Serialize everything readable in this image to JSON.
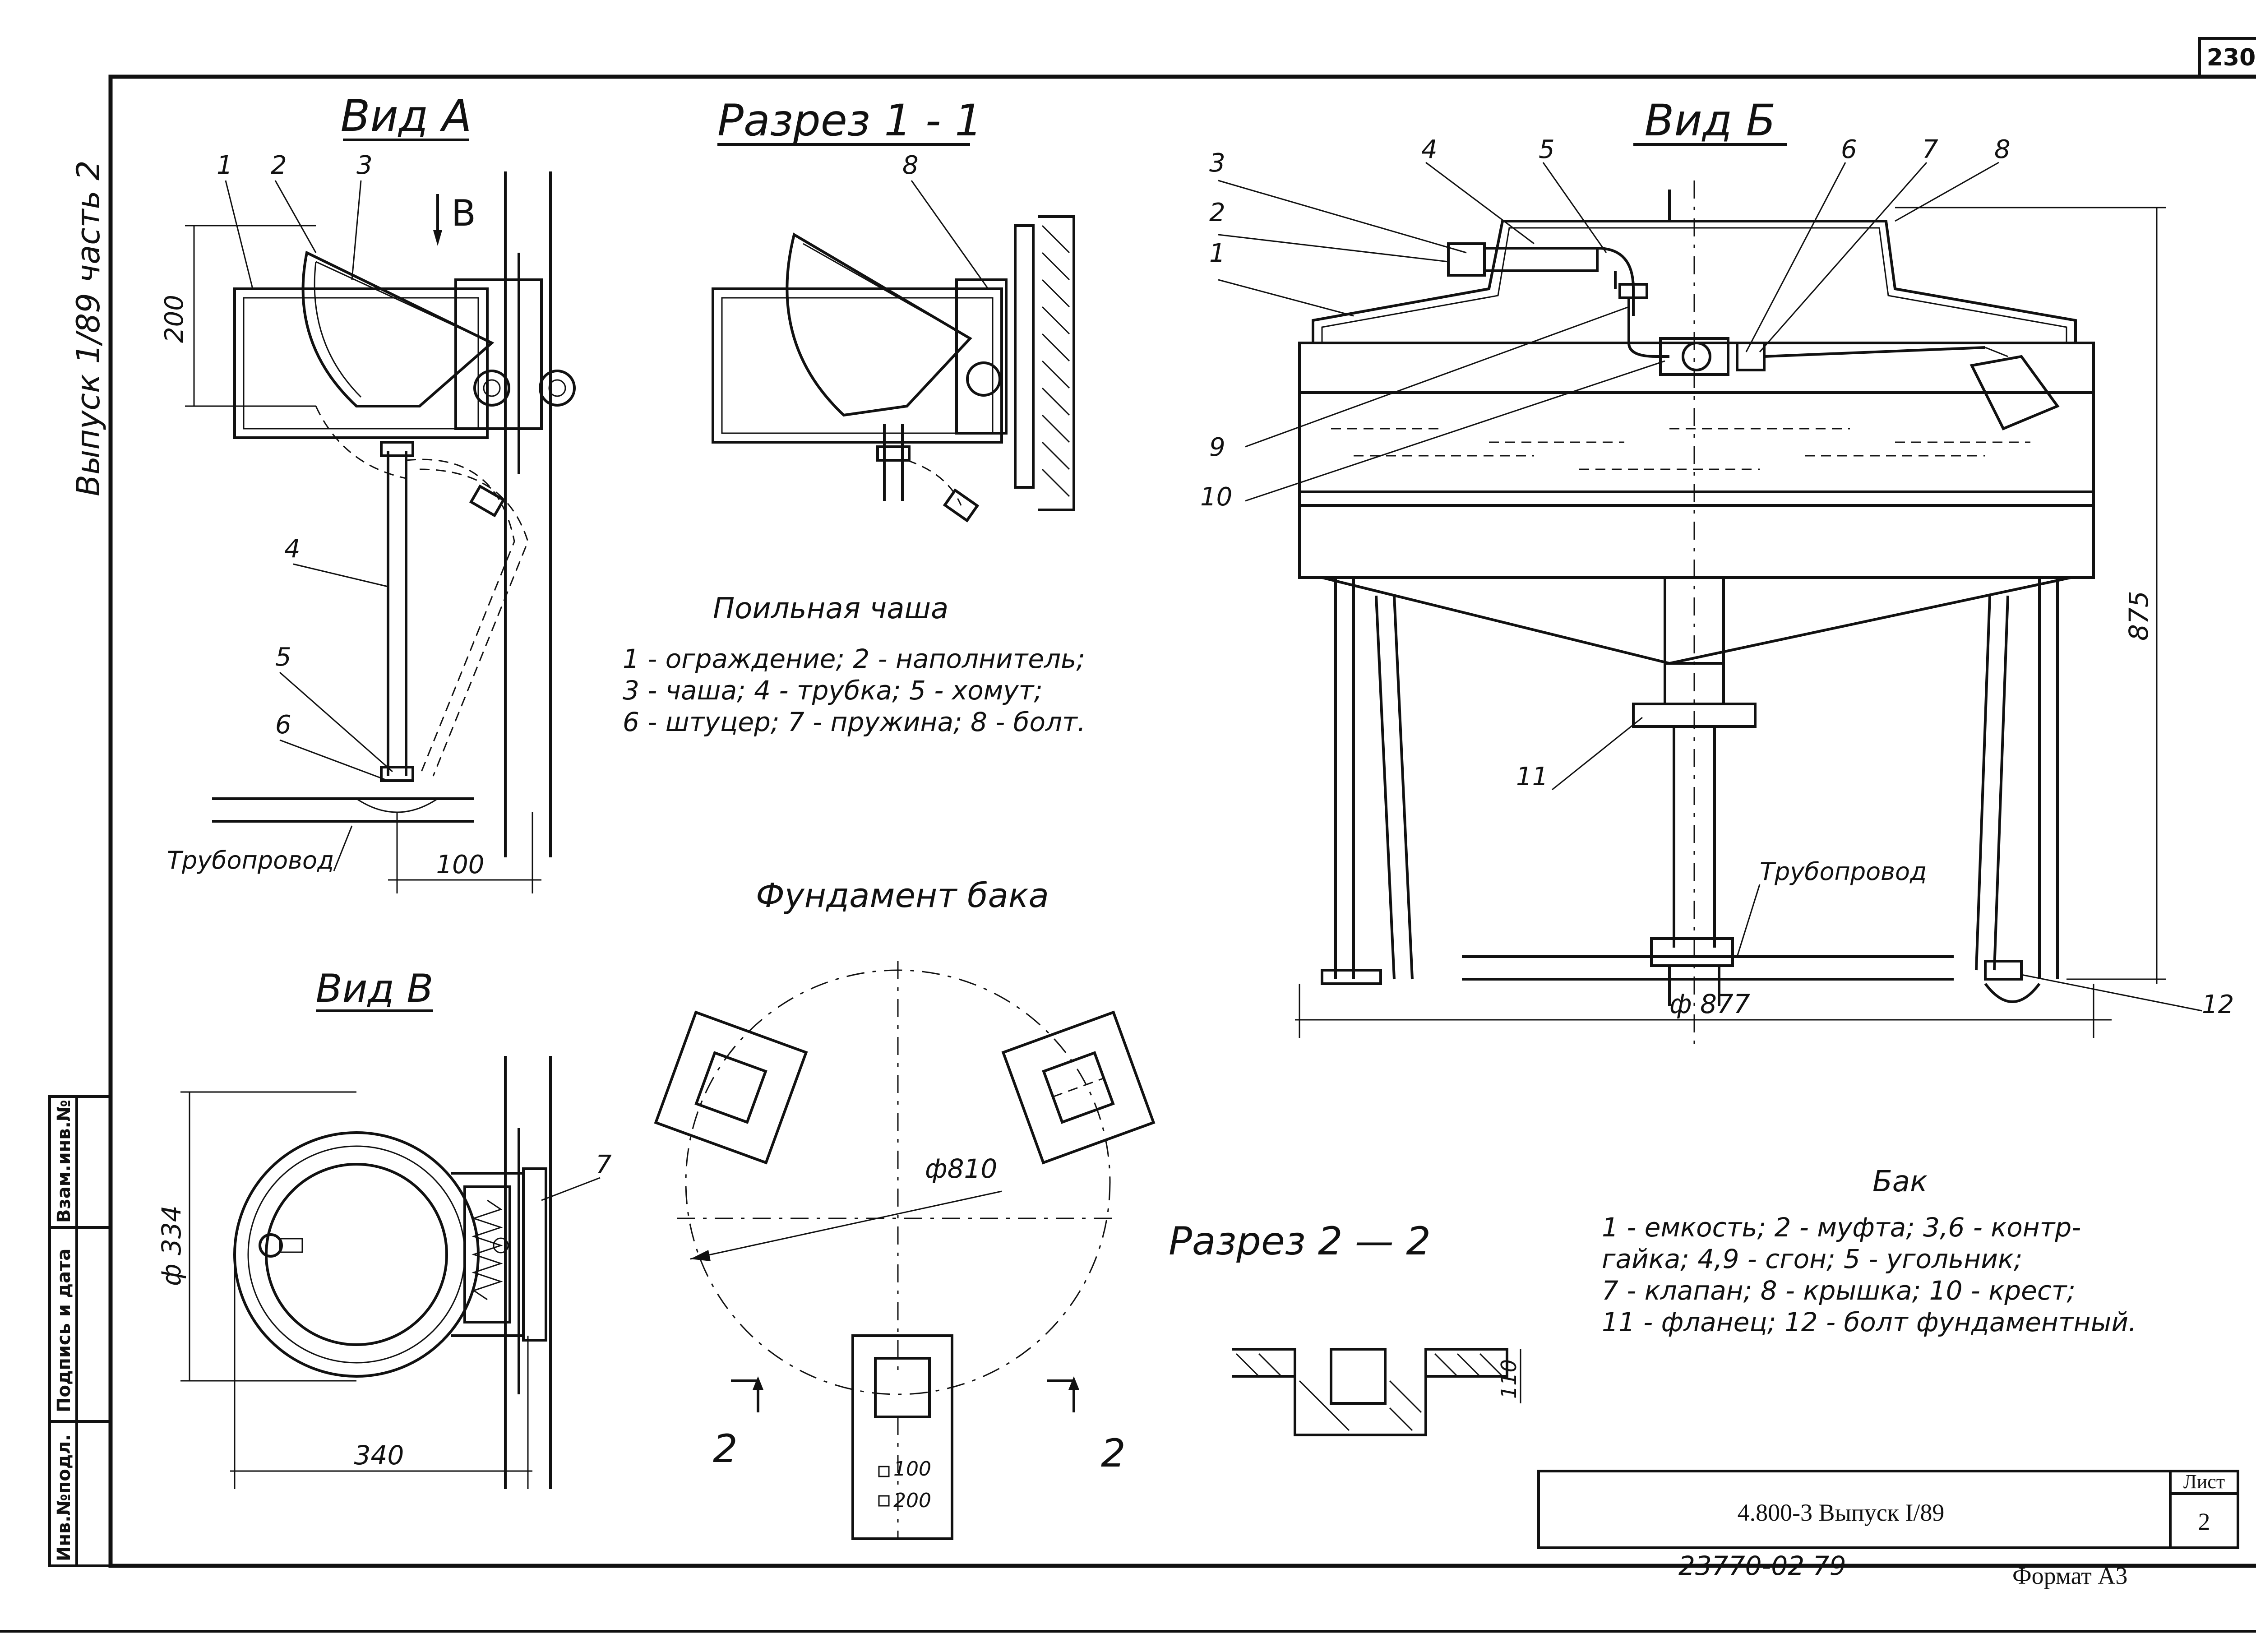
{
  "sheet_number": "230",
  "side_caption": "Выпуск 1/89 часть 2",
  "views": {
    "view_a": {
      "title": "Вид А",
      "arrow_label": "В",
      "dim_height": "200",
      "dim_offset": "100",
      "pipe_label": "Трубопровод",
      "callouts": [
        "1",
        "2",
        "3",
        "4",
        "5",
        "6"
      ]
    },
    "section_1": {
      "title": "Разрез 1 - 1",
      "callouts": [
        "8"
      ]
    },
    "view_b_tank": {
      "title": "Вид Б",
      "callouts": [
        "1",
        "2",
        "3",
        "4",
        "5",
        "6",
        "7",
        "8",
        "9",
        "10",
        "11",
        "12"
      ],
      "dim_height": "875",
      "dim_diameter": "ф 877",
      "pipe_label": "Трубопровод"
    },
    "view_v": {
      "title": "Вид В",
      "dim_diameter": "ф 334",
      "dim_width": "340",
      "callouts": [
        "7"
      ]
    },
    "foundation": {
      "title": "Фундамент бака",
      "dim_diameter": "ф810",
      "dim_small": "100",
      "dim_large": "200",
      "section_marks": [
        "2",
        "2"
      ]
    },
    "section_2": {
      "title": "Разрез 2 — 2",
      "dim_height": "110"
    }
  },
  "legends": {
    "bowl": {
      "title": "Поильная чаша",
      "lines": [
        "1 - ограждение; 2 - наполнитель;",
        "3 - чаша; 4 - трубка; 5 - хомут;",
        "6 - штуцер; 7 - пружина; 8 - болт."
      ]
    },
    "tank": {
      "title": "Бак",
      "lines": [
        "1 - емкость; 2 - муфта; 3,6 - контр-",
        "гайка; 4,9 - сгон; 5 - угольник;",
        "7 - клапан; 8 - крышка; 10 - крест;",
        "11 - фланец; 12 - болт фундаментный."
      ]
    }
  },
  "title_block": {
    "doc_code": "4.800-3  Выпуск I/89",
    "sheet_label": "Лист",
    "sheet_value": "2",
    "archive_number": "23770-02   79",
    "format": "Формат А3",
    "stamp_cells": [
      "Инв.№подл.",
      "Подпись и дата",
      "Взам.инв.№"
    ]
  }
}
